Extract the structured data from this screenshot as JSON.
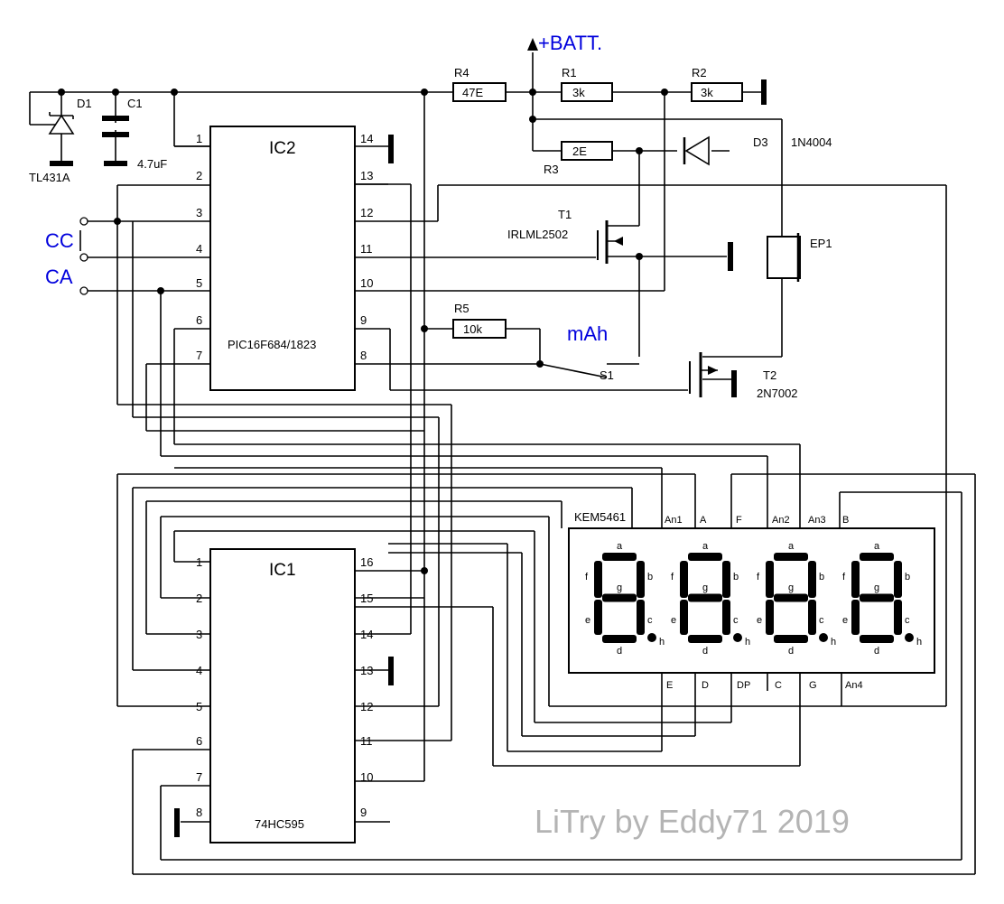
{
  "battery_label": "+BATT.",
  "signal_labels": {
    "cc": "CC",
    "ca": "CA",
    "mah": "mAh"
  },
  "ic2": {
    "name": "IC2",
    "part": "PIC16F684/1823",
    "pins": [
      "1",
      "2",
      "3",
      "4",
      "5",
      "6",
      "7",
      "8",
      "9",
      "10",
      "11",
      "12",
      "13",
      "14"
    ]
  },
  "ic1": {
    "name": "IC1",
    "part": "74HC595",
    "pins": [
      "1",
      "2",
      "3",
      "4",
      "5",
      "6",
      "7",
      "8",
      "9",
      "10",
      "11",
      "12",
      "13",
      "14",
      "15",
      "16"
    ]
  },
  "components": {
    "d1": {
      "ref": "D1",
      "part": "TL431A"
    },
    "c1": {
      "ref": "C1",
      "value": "4.7uF"
    },
    "r4": {
      "ref": "R4",
      "value": "47E"
    },
    "r1": {
      "ref": "R1",
      "value": "3k"
    },
    "r2": {
      "ref": "R2",
      "value": "3k"
    },
    "r3": {
      "ref": "R3",
      "value": "2E"
    },
    "d3": {
      "ref": "D3",
      "part": "1N4004"
    },
    "t1": {
      "ref": "T1",
      "part": "IRLML2502"
    },
    "ep1": {
      "ref": "EP1"
    },
    "r5": {
      "ref": "R5",
      "value": "10k"
    },
    "s1": {
      "ref": "S1"
    },
    "t2": {
      "ref": "T2",
      "part": "2N7002"
    }
  },
  "display": {
    "part": "KEM5461",
    "top_pins": [
      "An1",
      "A",
      "F",
      "An2",
      "An3",
      "B"
    ],
    "bottom_pins": [
      "E",
      "D",
      "DP",
      "C",
      "G",
      "An4"
    ],
    "segment_letters": [
      "a",
      "b",
      "c",
      "d",
      "e",
      "f",
      "g",
      "h"
    ]
  },
  "watermark": "LiTry by Eddy71  2019"
}
